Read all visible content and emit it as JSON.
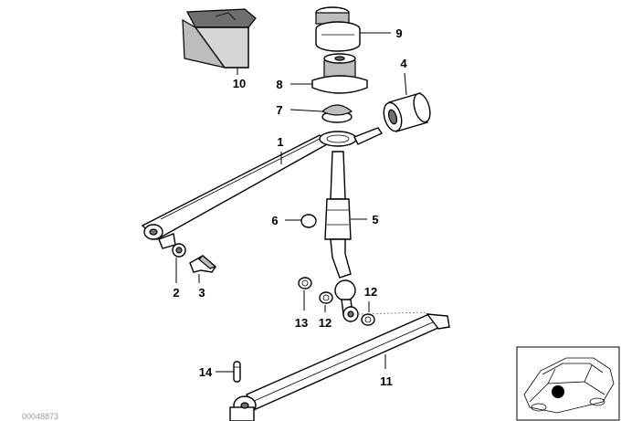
{
  "labels": {
    "p1": "1",
    "p2": "2",
    "p3": "3",
    "p4": "4",
    "p5": "5",
    "p6": "6",
    "p7": "7",
    "p8": "8",
    "p9": "9",
    "p10": "10",
    "p11": "11",
    "p12a": "12",
    "p12b": "12",
    "p13": "13",
    "p14": "14"
  },
  "watermark": "00048873"
}
